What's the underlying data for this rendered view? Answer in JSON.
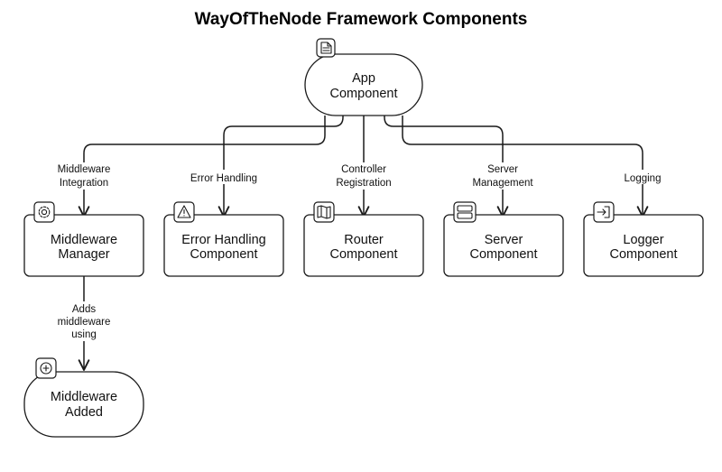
{
  "title": "WayOfTheNode Framework Components",
  "nodes": {
    "app": {
      "line1": "App",
      "line2": "Component",
      "icon": "document-icon"
    },
    "middleware_manager": {
      "line1": "Middleware",
      "line2": "Manager",
      "icon": "gear-icon"
    },
    "error_handling": {
      "line1": "Error Handling",
      "line2": "Component",
      "icon": "warning-icon"
    },
    "router": {
      "line1": "Router",
      "line2": "Component",
      "icon": "map-icon"
    },
    "server": {
      "line1": "Server",
      "line2": "Component",
      "icon": "server-icon"
    },
    "logger": {
      "line1": "Logger",
      "line2": "Component",
      "icon": "log-in-icon"
    },
    "middleware_added": {
      "line1": "Middleware",
      "line2": "Added",
      "icon": "plus-circle-icon"
    }
  },
  "edges": {
    "middleware_integration": {
      "line1": "Middleware",
      "line2": "Integration"
    },
    "error_handling": {
      "line1": "Error Handling"
    },
    "controller_registration": {
      "line1": "Controller",
      "line2": "Registration"
    },
    "server_management": {
      "line1": "Server",
      "line2": "Management"
    },
    "logging": {
      "line1": "Logging"
    },
    "adds_middleware": {
      "line1": "Adds",
      "line2": "middleware",
      "line3": "using"
    }
  }
}
